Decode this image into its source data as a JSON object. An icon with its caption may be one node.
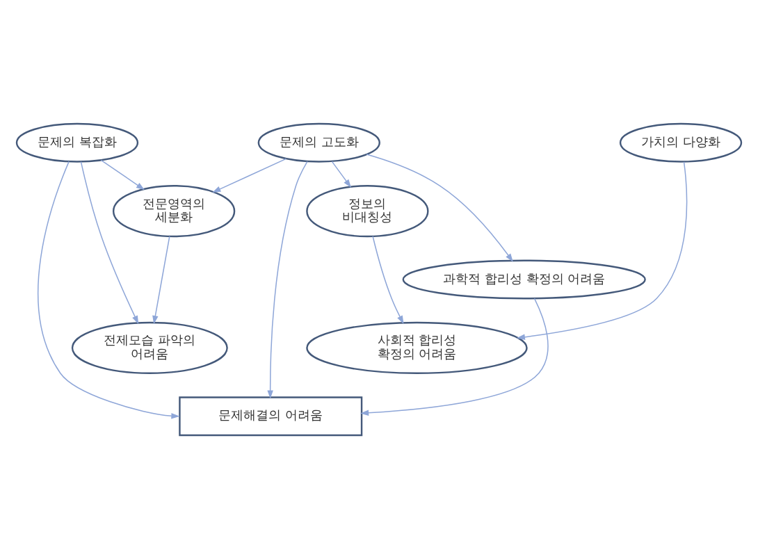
{
  "diagram": {
    "nodes": [
      {
        "text": [
          "문제의 복잡화"
        ]
      },
      {
        "text": [
          "문제의 고도화"
        ]
      },
      {
        "text": [
          "가치의 다양화"
        ]
      },
      {
        "text": [
          "전문영역의 세분화"
        ]
      },
      {
        "text": [
          "정보의 비대칭성"
        ]
      },
      {
        "text": [
          "과학적 합리성 확정의 어려움"
        ]
      },
      {
        "text": [
          "전제모습 파악의 어려움"
        ]
      },
      {
        "text": [
          "사회적 합리성 확정의 어려움"
        ]
      },
      {
        "text": [
          "문제해결의 어려움"
        ]
      }
    ],
    "edges": [
      {
        "from": 0,
        "to": 3,
        "arrow": "to"
      },
      {
        "from": 0,
        "to": 6,
        "arrow": "to"
      },
      {
        "from": 0,
        "to": 8,
        "arrow": "to"
      },
      {
        "from": 1,
        "to": 3,
        "arrow": "to"
      },
      {
        "from": 1,
        "to": 4,
        "arrow": "to"
      },
      {
        "from": 1,
        "to": 5,
        "arrow": "to"
      },
      {
        "from": 1,
        "to": 8,
        "arrow": "to"
      },
      {
        "from": 2,
        "to": 7,
        "arrow": "to"
      },
      {
        "from": 3,
        "to": 6,
        "arrow": "to"
      },
      {
        "from": 4,
        "to": 7,
        "arrow": "to"
      },
      {
        "from": 5,
        "to": 8,
        "arrow": "to"
      }
    ]
  }
}
